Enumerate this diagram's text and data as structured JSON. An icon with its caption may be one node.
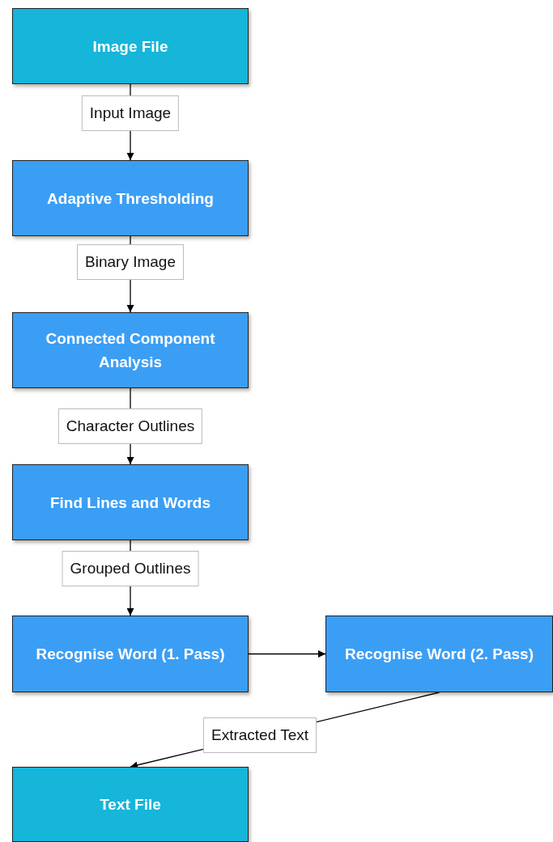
{
  "diagram": {
    "nodes": [
      {
        "text": [
          "Image File"
        ]
      },
      {
        "text": [
          "Adaptive Thresholding"
        ]
      },
      {
        "text": [
          "Connected Component Analysis"
        ]
      },
      {
        "text": [
          "Find Lines and Words"
        ]
      },
      {
        "text": [
          "Recognise Word (1. Pass)"
        ]
      },
      {
        "text": [
          "Recognise Word (2. Pass)"
        ]
      },
      {
        "text": [
          "Text File"
        ]
      }
    ],
    "edges": [
      {
        "from": 0,
        "to": 1,
        "arrow": "to",
        "label": "Input Image"
      },
      {
        "from": 1,
        "to": 2,
        "arrow": "to",
        "label": "Binary Image"
      },
      {
        "from": 2,
        "to": 3,
        "arrow": "to",
        "label": "Character Outlines"
      },
      {
        "from": 3,
        "to": 4,
        "arrow": "to",
        "label": "Grouped Outlines"
      },
      {
        "from": 4,
        "to": 5,
        "arrow": "to"
      },
      {
        "from": 5,
        "to": 6,
        "arrow": "to",
        "label": "Extracted Text"
      }
    ]
  }
}
